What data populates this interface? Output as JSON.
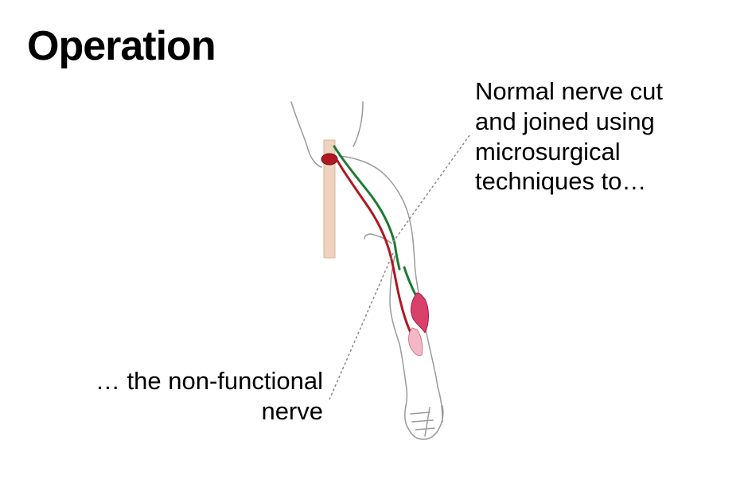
{
  "slide": {
    "title": "Operation",
    "callout_top": {
      "lines": [
        "Normal nerve cut",
        "and joined using",
        "microsurgical",
        "techniques to…"
      ]
    },
    "callout_bottom": {
      "lines": [
        "… the non-functional",
        "nerve"
      ]
    }
  },
  "colors": {
    "background": "#ffffff",
    "text": "#000000",
    "arm_outline": "#9a9a9a",
    "spinal_cord": "#efd3bf",
    "spinal_lesion": "#b01822",
    "normal_nerve": "#1e7a32",
    "nonfunctional_nerve": "#b01822",
    "muscle_upper": "#d9406a",
    "muscle_lower": "#f2b8c6",
    "leader_line": "#888888"
  }
}
